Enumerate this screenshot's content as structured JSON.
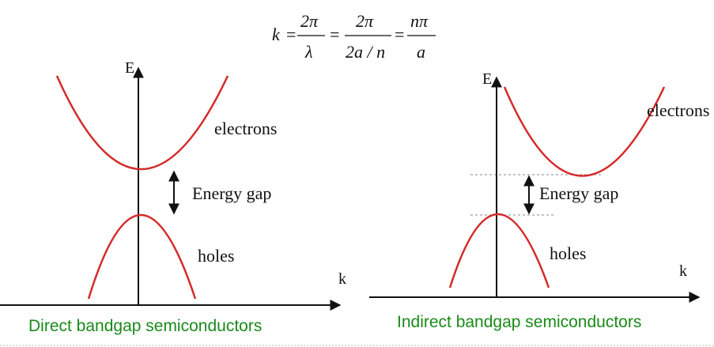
{
  "formula": {
    "k": "k",
    "eq": "=",
    "two_pi": "2π",
    "lambda": "λ",
    "two_a_over_n": "2a / n",
    "n_pi": "nπ",
    "a": "a"
  },
  "direct": {
    "axis_e": "E",
    "axis_k": "k",
    "electrons": "electrons",
    "gap": "Energy gap",
    "holes": "holes",
    "caption": "Direct bandgap semiconductors"
  },
  "indirect": {
    "axis_e": "E",
    "axis_k": "k",
    "electrons": "electrons",
    "gap": "Energy gap",
    "holes": "holes",
    "caption": "Indirect bandgap semiconductors"
  },
  "colors": {
    "band": "#d42a2a",
    "caption": "#1a8a1a",
    "axis": "#111111",
    "dashed": "#888888"
  }
}
